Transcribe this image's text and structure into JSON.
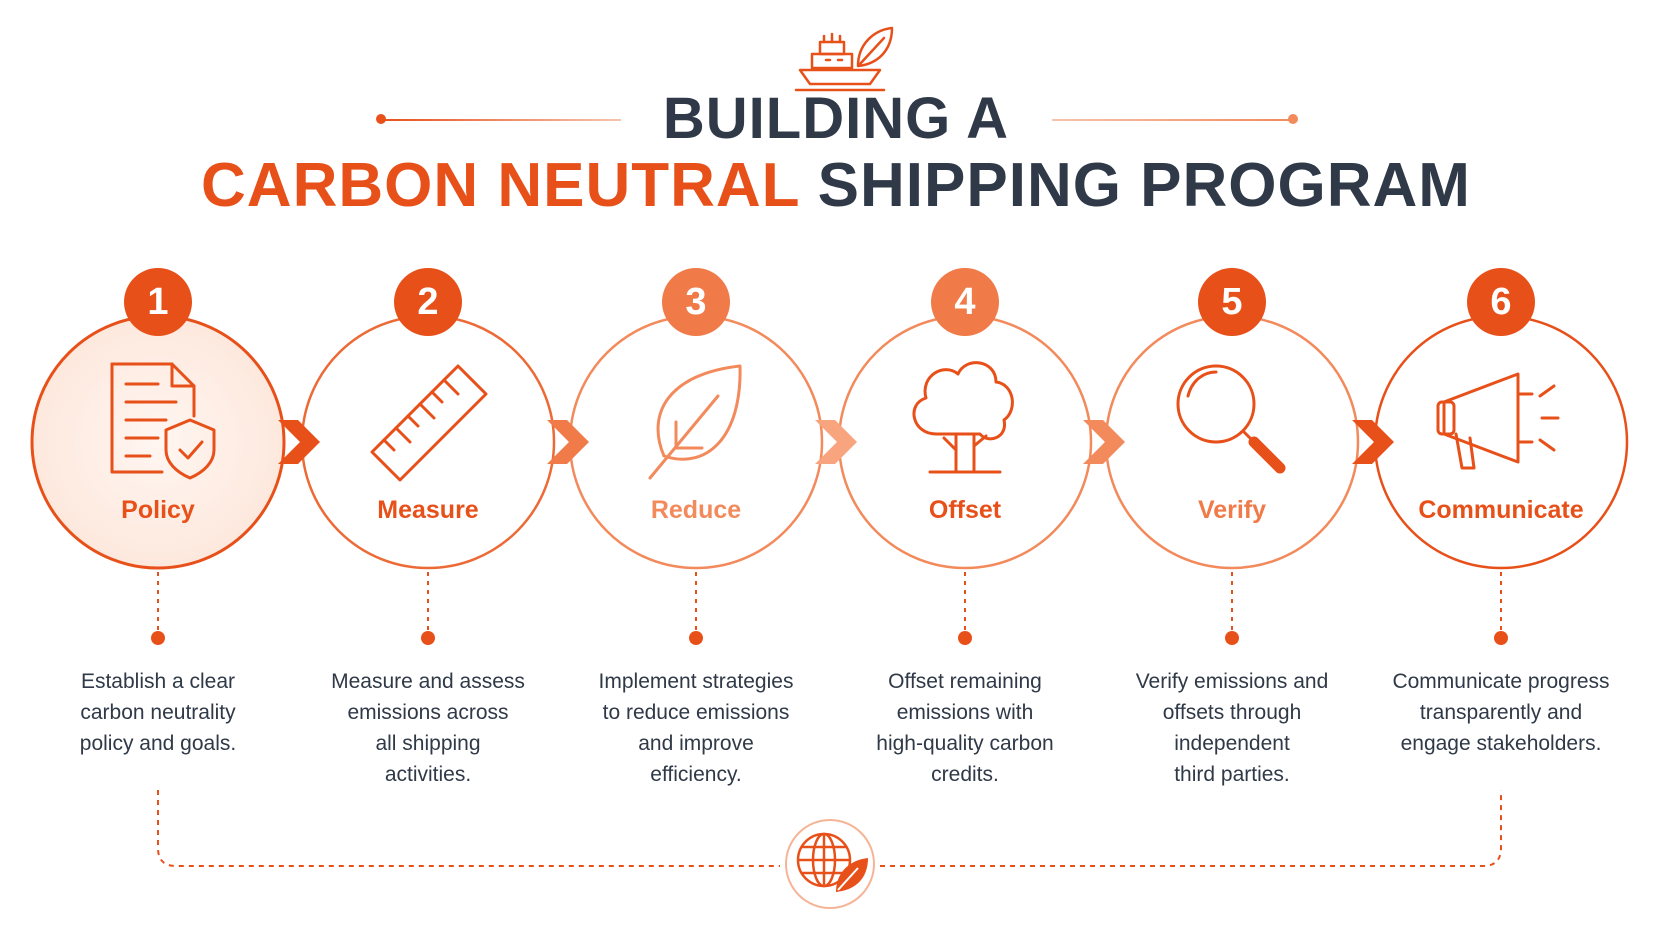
{
  "title": {
    "line1": "BUILDING A",
    "line2_highlight": "CARBON NEUTRAL",
    "line2_rest": " SHIPPING PROGRAM"
  },
  "steps": [
    {
      "number": "1",
      "label": "Policy",
      "icon": "policy-document-shield-icon",
      "description_lines": [
        "Establish a clear",
        "carbon neutrality",
        "policy and goals."
      ]
    },
    {
      "number": "2",
      "label": "Measure",
      "icon": "ruler-icon",
      "description_lines": [
        "Measure and assess",
        "emissions across",
        "all shipping",
        "activities."
      ]
    },
    {
      "number": "3",
      "label": "Reduce",
      "icon": "leaf-arrow-icon",
      "description_lines": [
        "Implement strategies",
        "to reduce emissions",
        "and improve",
        "efficiency."
      ]
    },
    {
      "number": "4",
      "label": "Offset",
      "icon": "tree-icon",
      "description_lines": [
        "Offset remaining",
        "emissions with",
        "high-quality carbon",
        "credits."
      ]
    },
    {
      "number": "5",
      "label": "Verify",
      "icon": "magnifier-icon",
      "description_lines": [
        "Verify emissions and",
        "offsets through",
        "independent",
        "third parties."
      ]
    },
    {
      "number": "6",
      "label": "Communicate",
      "icon": "megaphone-icon",
      "description_lines": [
        "Communicate progress",
        "transparently and",
        "engage stakeholders."
      ]
    }
  ],
  "colors": {
    "accent": "#e8501a",
    "accent_light": "#f28a5c",
    "dark_text": "#2f3947",
    "background": "#ffffff"
  },
  "header_icon": "ship-leaf-icon",
  "footer_icon": "globe-leaf-icon"
}
